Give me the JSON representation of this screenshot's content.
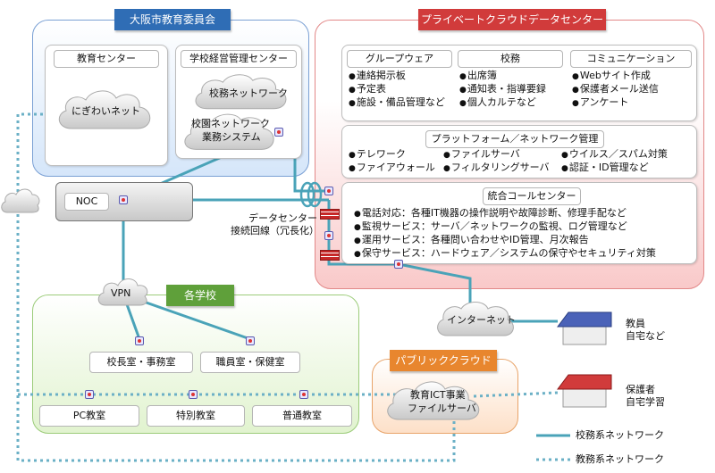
{
  "board": {
    "title": "大阪市教育委員会",
    "edu_center": "教育センター",
    "mgmt_center": "学校経営管理センター",
    "nigiwai": "にぎわいネット",
    "school_network": "校務ネットワーク",
    "campus_system": [
      "校園ネットワーク",
      "業務システム"
    ]
  },
  "noc": "NOC",
  "private_cloud": {
    "title": "プライベートクラウドデータセンター",
    "groupware": {
      "title": "グループウェア",
      "items": [
        "連絡掲示板",
        "予定表",
        "施設・備品管理など"
      ]
    },
    "koumu": {
      "title": "校務",
      "items": [
        "出席簿",
        "通知表・指導要録",
        "個人カルテなど"
      ]
    },
    "communication": {
      "title": "コミュニケーション",
      "items": [
        "Webサイト作成",
        "保護者メール送信",
        "アンケート"
      ]
    },
    "platform": {
      "title": "プラットフォーム／ネットワーク管理",
      "items": [
        "テレワーク",
        "ファイルサーバ",
        "ウイルス／スパム対策",
        "ファイアウォール",
        "フィルタリングサーバ",
        "認証・ID管理など"
      ]
    },
    "call_center": {
      "title": "統合コールセンター",
      "items": [
        "電話対応：各種IT機器の操作説明や故障診断、修理手配など",
        "監視サービス：サーバ／ネットワークの監視、ログ管理など",
        "運用サービス：各種問い合わせやID管理、月次報告",
        "保守サービス：ハードウェア／システムの保守やセキュリティ対策"
      ]
    }
  },
  "dc_line": [
    "データセンター",
    "接続回線（冗長化）"
  ],
  "vpn": "VPN",
  "schools": {
    "title": "各学校",
    "principal_office": "校長室・事務室",
    "staff_room": "職員室・保健室",
    "pc_room": "PC教室",
    "special_room": "特別教室",
    "regular_room": "普通教室"
  },
  "internet": "インターネット",
  "public_cloud": {
    "title": "パブリッククラウド",
    "cloud_label": [
      "教育ICT事業",
      "ファイルサーバ"
    ]
  },
  "homes": {
    "staff": [
      "教員",
      "自宅など"
    ],
    "guardian": [
      "保護者",
      "自宅学習"
    ]
  },
  "legend": {
    "admin_network": "校務系ネットワーク",
    "edu_network": "教務系ネットワーク"
  },
  "colors": {
    "board_tab": "#2f6db5",
    "cloud_tab": "#d13b3b",
    "school_tab": "#5fa03a",
    "public_tab": "#e8862e",
    "admin_line": "#4aa3b8",
    "edu_line": "#6bb0c6"
  }
}
